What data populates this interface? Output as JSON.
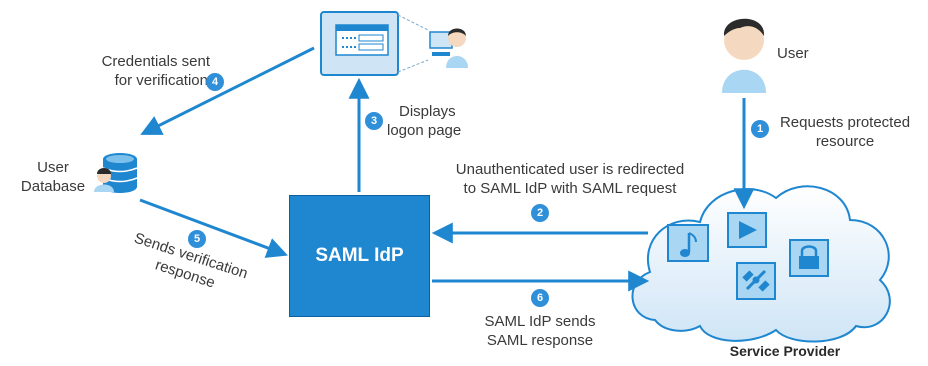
{
  "idp": {
    "label": "SAML IdP"
  },
  "user": {
    "label": "User"
  },
  "database": {
    "line1": "User",
    "line2": "Database"
  },
  "service_provider": {
    "label": "Service Provider"
  },
  "steps": [
    {
      "num": "1",
      "line1": "Requests protected",
      "line2": "resource"
    },
    {
      "num": "2",
      "line1": "Unauthenticated user is redirected",
      "line2": "to SAML IdP with SAML request"
    },
    {
      "num": "3",
      "line1": "Displays",
      "line2": "logon page"
    },
    {
      "num": "4",
      "line1": "Credentials sent",
      "line2": "for verification"
    },
    {
      "num": "5",
      "line1": "Sends verification",
      "line2": "response"
    },
    {
      "num": "6",
      "line1": "SAML IdP sends",
      "line2": "SAML response"
    }
  ],
  "colors": {
    "accent": "#1f86d0",
    "step_badge": "#2f8fd8",
    "arrow": "#1f86d0",
    "cloud_fill": "#dcecf8",
    "person_fill": "#a9d6f2"
  },
  "icons": [
    "user-icon",
    "database-icon",
    "logon-page-icon",
    "music-note-icon",
    "play-icon",
    "lock-icon",
    "satellite-icon",
    "cloud-icon"
  ]
}
